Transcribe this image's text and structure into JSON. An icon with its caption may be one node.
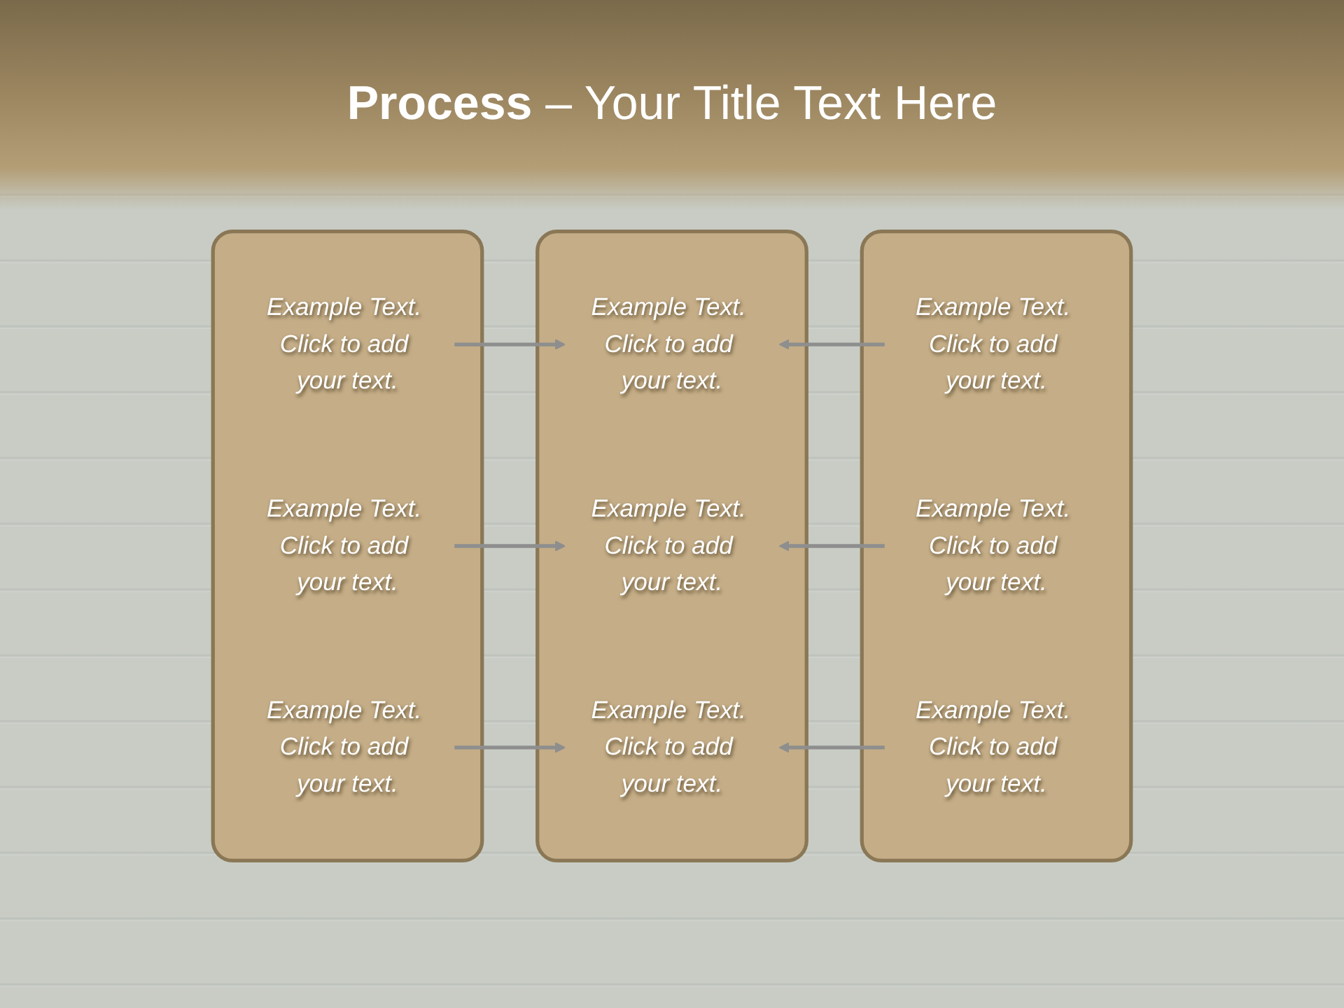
{
  "diagram": {
    "title": "**Process** – Your Title Text Here",
    "nodes": [
      {
        "text": [],
        "shape": "box"
      },
      {
        "text": [
          "Example Text. Click to add your text."
        ],
        "in": 0
      },
      {
        "text": [
          "Example Text. Click to add your text."
        ],
        "in": 0
      },
      {
        "text": [
          "Example Text. Click to add your text."
        ],
        "in": 0
      },
      {
        "text": [],
        "shape": "box"
      },
      {
        "text": [
          "Example Text. Click to add your text."
        ],
        "in": 4
      },
      {
        "text": [
          "Example Text. Click to add your text."
        ],
        "in": 4
      },
      {
        "text": [
          "Example Text. Click to add your text."
        ],
        "in": 4
      },
      {
        "text": [],
        "shape": "box"
      },
      {
        "text": [
          "Example Text. Click to add your text."
        ],
        "in": 8
      },
      {
        "text": [
          "Example Text. Click to add your text."
        ],
        "in": 8
      },
      {
        "text": [
          "Example Text. Click to add your text."
        ],
        "in": 8
      }
    ],
    "edges": [
      {
        "from": 1,
        "to": 5,
        "arrow": "to"
      },
      {
        "from": 9,
        "to": 5,
        "arrow": "to"
      },
      {
        "from": 2,
        "to": 6,
        "arrow": "to"
      },
      {
        "from": 10,
        "to": 6,
        "arrow": "to"
      },
      {
        "from": 3,
        "to": 7,
        "arrow": "to"
      },
      {
        "from": 11,
        "to": 7,
        "arrow": "to"
      }
    ]
  }
}
